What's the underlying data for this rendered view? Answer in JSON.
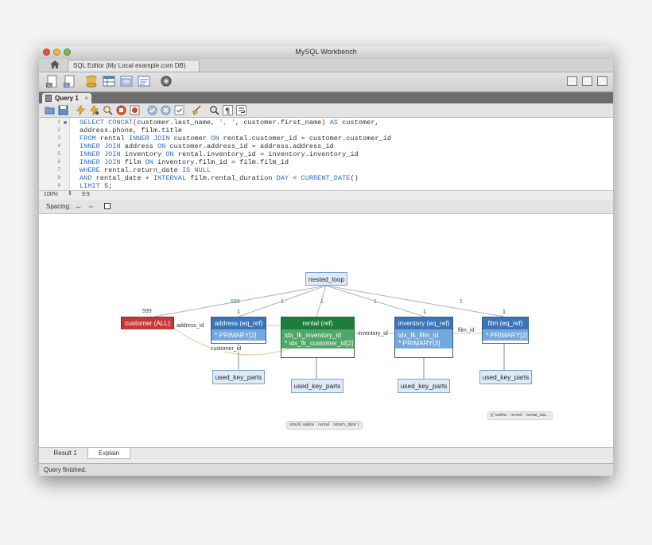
{
  "window": {
    "title": "MySQL Workbench"
  },
  "tabs": {
    "home_icon": "home-icon",
    "editor_tab": "SQL Editor (My Local example.com DB)"
  },
  "query_tab": {
    "label": "Query 1",
    "close": "×"
  },
  "editor": {
    "lines": [
      {
        "n": "1",
        "parts": [
          [
            "kw",
            "SELECT CONCAT"
          ],
          [
            "t",
            "(customer.last_name, "
          ],
          [
            "str",
            "', '"
          ],
          [
            "t",
            ", customer.first_name) "
          ],
          [
            "kw",
            "AS"
          ],
          [
            "t",
            " customer,"
          ]
        ]
      },
      {
        "n": "2",
        "parts": [
          [
            "t",
            "address.phone, film.title"
          ]
        ]
      },
      {
        "n": "3",
        "parts": [
          [
            "kw",
            "FROM"
          ],
          [
            "t",
            " rental "
          ],
          [
            "kw",
            "INNER JOIN"
          ],
          [
            "t",
            " customer "
          ],
          [
            "kw",
            "ON"
          ],
          [
            "t",
            " rental.customer_id = customer.customer_id"
          ]
        ]
      },
      {
        "n": "4",
        "parts": [
          [
            "kw",
            "INNER JOIN"
          ],
          [
            "t",
            " address "
          ],
          [
            "kw",
            "ON"
          ],
          [
            "t",
            " customer.address_id = address.address_id"
          ]
        ]
      },
      {
        "n": "5",
        "parts": [
          [
            "kw",
            "INNER JOIN"
          ],
          [
            "t",
            " inventory "
          ],
          [
            "kw",
            "ON"
          ],
          [
            "t",
            " rental.inventory_id = inventory.inventory_id"
          ]
        ]
      },
      {
        "n": "6",
        "parts": [
          [
            "kw",
            "INNER JOIN"
          ],
          [
            "t",
            " film "
          ],
          [
            "kw",
            "ON"
          ],
          [
            "t",
            " inventory.film_id = film.film_id"
          ]
        ]
      },
      {
        "n": "7",
        "parts": [
          [
            "kw",
            "WHERE"
          ],
          [
            "t",
            " rental.return_date "
          ],
          [
            "kw",
            "IS NULL"
          ]
        ]
      },
      {
        "n": "8",
        "parts": [
          [
            "kw",
            "AND"
          ],
          [
            "t",
            " rental_date + "
          ],
          [
            "kw",
            "INTERVAL"
          ],
          [
            "t",
            " film.rental_duration "
          ],
          [
            "kw",
            "DAY"
          ],
          [
            "t",
            " < "
          ],
          [
            "kw",
            "CURRENT_DATE"
          ],
          [
            "t",
            "()"
          ]
        ]
      },
      {
        "n": "9",
        "parts": [
          [
            "kw",
            "LIMIT"
          ],
          [
            "t",
            " 5;"
          ]
        ]
      }
    ],
    "zoom": "100%",
    "position": "9:9"
  },
  "spacing": {
    "label": "Spacing:"
  },
  "plan": {
    "root": "nested_loop",
    "nodes": {
      "customer": {
        "title": "customer  (ALL)"
      },
      "address": {
        "title": "address  (eq_ref)",
        "keys": [
          "* PRIMARY[2]"
        ]
      },
      "rental": {
        "title": "rental  (ref)",
        "keys": [
          "idx_fk_inventory_id",
          "* idx_fk_customer_id[2]"
        ]
      },
      "inventory": {
        "title": "inventory  (eq_ref)",
        "keys": [
          "idx_fk_film_id",
          "* PRIMARY[3]"
        ]
      },
      "film": {
        "title": "film  (eq_ref)",
        "keys": [
          "* PRIMARY[2]"
        ]
      }
    },
    "row_counts": {
      "customer": "599",
      "address_green": "599",
      "address": "1",
      "rental": "1",
      "inventory_green": "1",
      "inventory": "1",
      "film_green": "1",
      "film": "1",
      "extra_green": "1"
    },
    "edge_labels": {
      "address_id": "address_id",
      "customer_id": "customer_id",
      "inventory_id": "inventory_id",
      "film_id": "film_id"
    },
    "used_key_parts": "used_key_parts",
    "conditions": {
      "rental": "isnull(`sakila`.`rental`.`return_date`)",
      "film": "((`sakila`.`rental`.`rental_dat..."
    }
  },
  "result_tabs": [
    "Result 1",
    "Explain"
  ],
  "status": "Query finished."
}
